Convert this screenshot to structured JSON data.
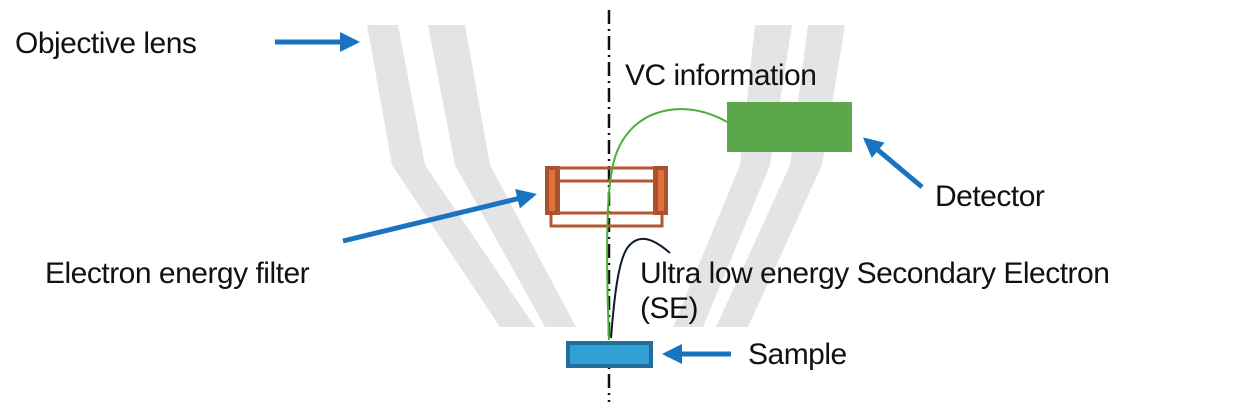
{
  "labels": {
    "objective_lens": "Objective lens",
    "vc_information": "VC information",
    "detector": "Detector",
    "electron_energy_filter": "Electron energy filter",
    "se_line1": "Ultra low energy Secondary Electron",
    "se_line2": "(SE)",
    "sample": "Sample"
  },
  "colors": {
    "lens": "#e3e4e5",
    "arrow": "#1a73c0",
    "detector": "#5aa84a",
    "filter_frame": "#b4562f",
    "filter_inner": "#e2703e",
    "sample_fill": "#2f9fd4",
    "sample_border": "#1f6e9c",
    "vc_trajectory": "#4caf3a",
    "se_trajectory": "#0d1b2a"
  }
}
